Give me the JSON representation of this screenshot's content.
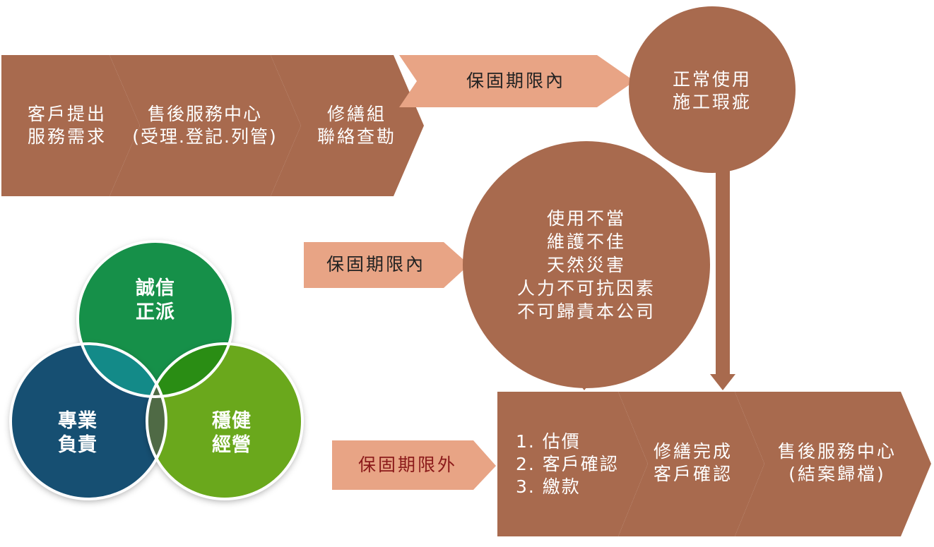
{
  "colors": {
    "brown": "#a86a4e",
    "salmon": "#e8a485",
    "green_dark": "#15904a",
    "green_light": "#6aa81e",
    "navy": "#164f72",
    "overlap_teal": "#138a88",
    "overlap_green": "#2a8d14",
    "overlap_center": "#4f6a45"
  },
  "top_flow": {
    "step1": [
      "客戶提出",
      "服務需求"
    ],
    "step2": [
      "售後服務中心",
      "(受理.登記.列管)"
    ],
    "step3": [
      "修繕組",
      "聯絡查勘"
    ]
  },
  "arrow_warranty_top": "保固期限內",
  "circle_normal": [
    "正常使用",
    "施工瑕疵"
  ],
  "arrow_warranty_mid": "保固期限內",
  "circle_misuse": [
    "使用不當",
    "維護不佳",
    "天然災害",
    "人力不可抗因素",
    "不可歸責本公司"
  ],
  "arrow_warranty_out": "保固期限外",
  "bottom_flow": {
    "step1": [
      "1. 估價",
      "2. 客戶確認",
      "3. 繳款"
    ],
    "step2": [
      "修繕完成",
      "客戶確認"
    ],
    "step3": [
      "售後服務中心",
      "(結案歸檔)"
    ]
  },
  "venn": {
    "top": [
      "誠信",
      "正派"
    ],
    "left": [
      "專業",
      "負責"
    ],
    "right": [
      "穩健",
      "經營"
    ]
  }
}
